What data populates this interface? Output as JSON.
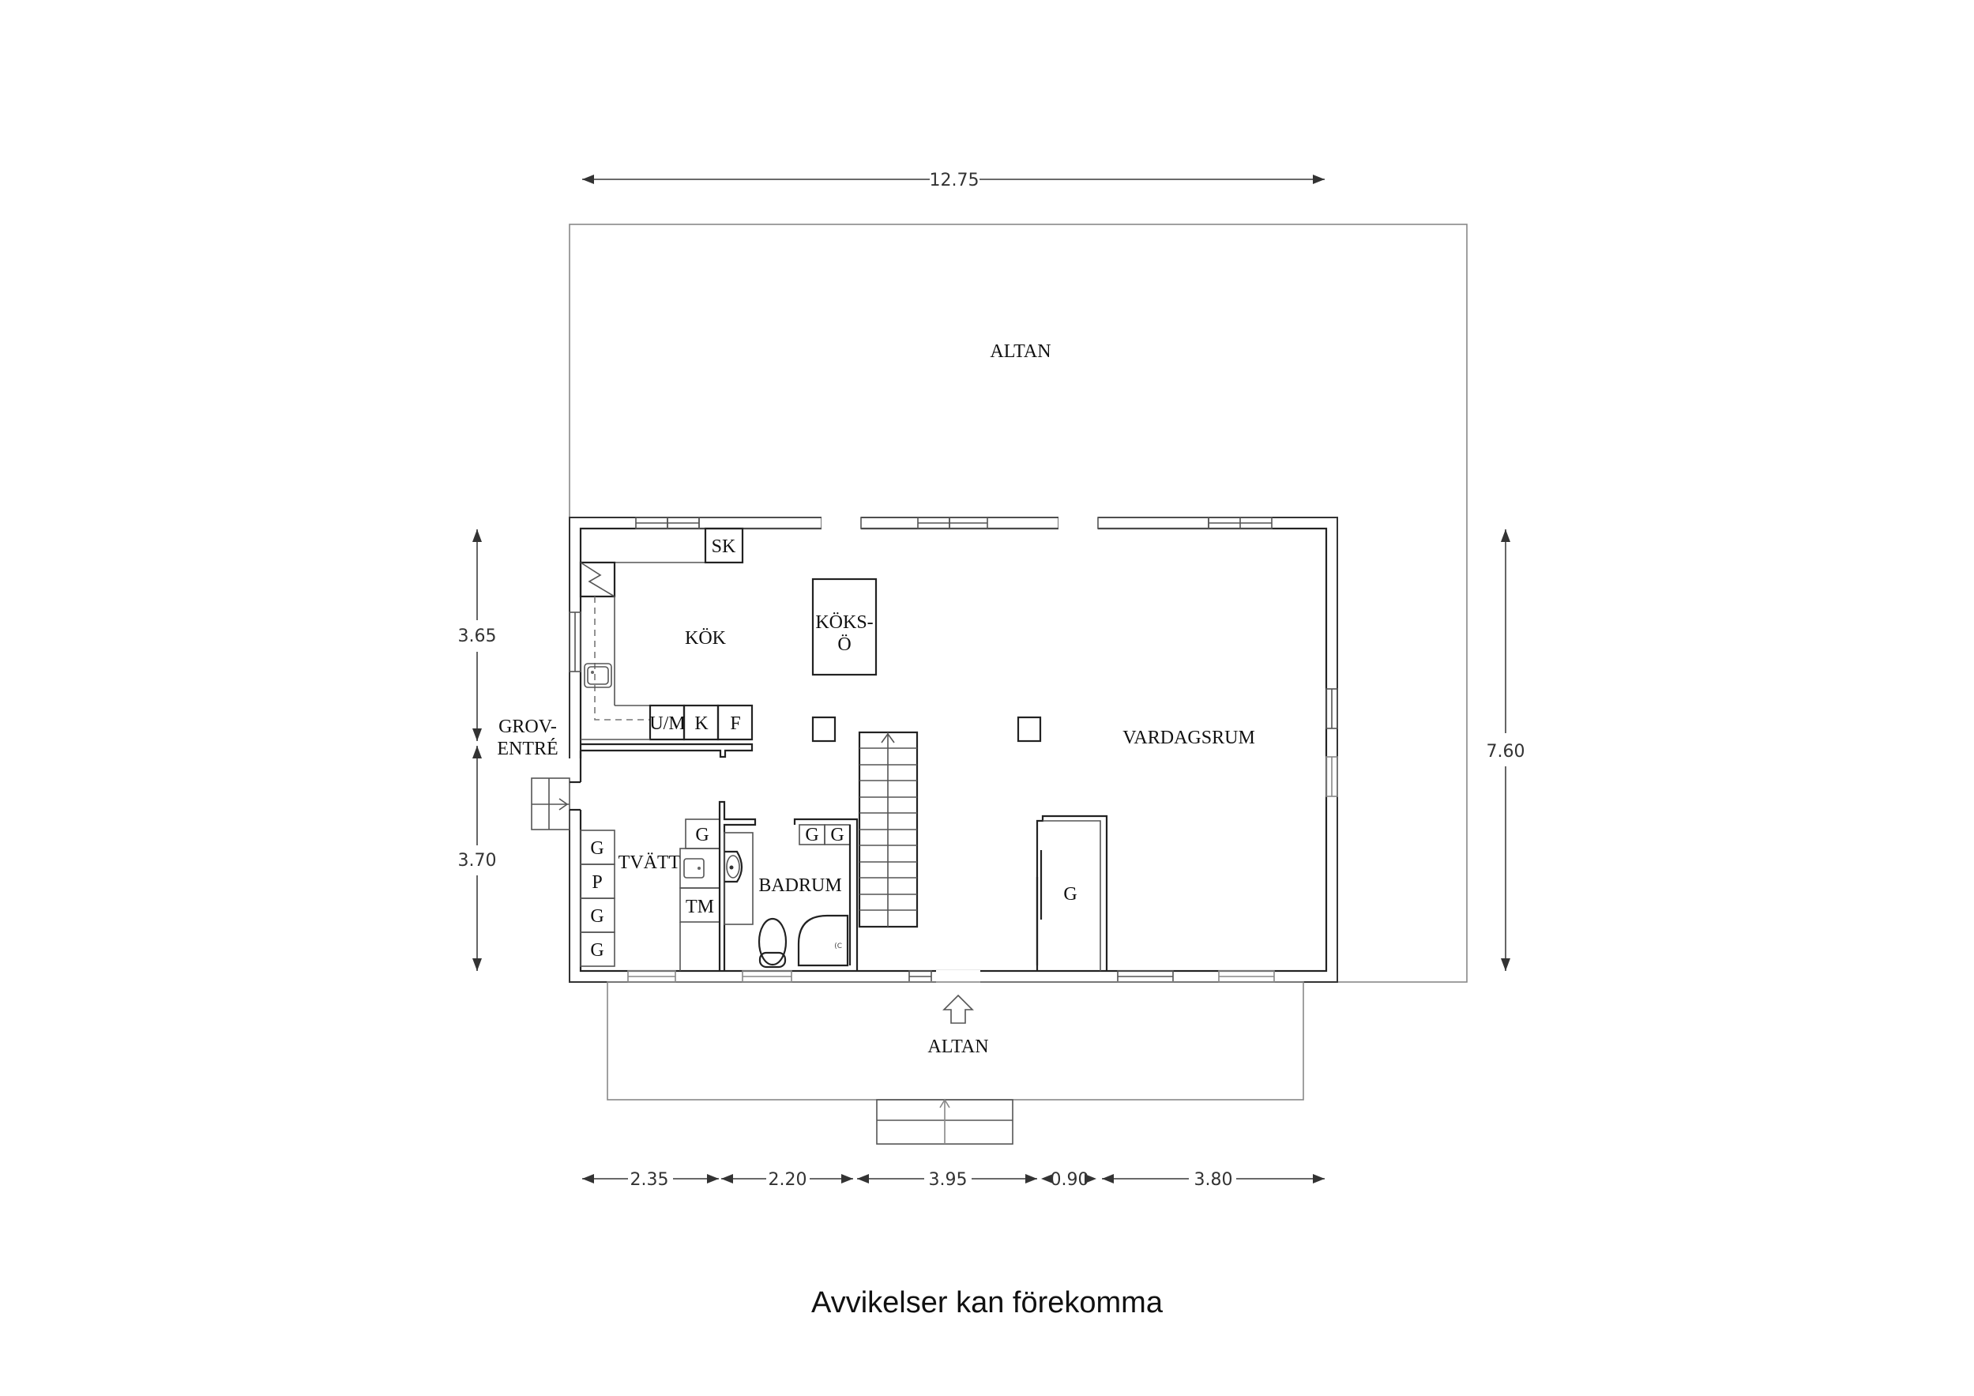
{
  "plan": {
    "rooms": {
      "altan_top": "ALTAN",
      "altan_bottom": "ALTAN",
      "kok": "KÖK",
      "koks_o_line1": "KÖKS-",
      "koks_o_line2": "Ö",
      "grov_entre_line1": "GROV-",
      "grov_entre_line2": "ENTRÉ",
      "tvatt": "TVÄTT",
      "badrum": "BADRUM",
      "vardagsrum": "VARDAGSRUM"
    },
    "fixtures": {
      "sk": "SK",
      "um": "U/M",
      "k": "K",
      "f": "F",
      "tvatt_cabinets": [
        "G",
        "P",
        "G",
        "G"
      ],
      "tvatt_g_top": "G",
      "tm": "TM",
      "badrum_g1": "G",
      "badrum_g2": "G",
      "closet_g": "G"
    },
    "dimensions": {
      "top_total": "12.75",
      "left_upper": "3.65",
      "left_lower": "3.70",
      "right_total": "7.60",
      "bottom": [
        "2.35",
        "2.20",
        "3.95",
        "0.90",
        "3.80"
      ]
    },
    "colors": {
      "line": "#222222",
      "dimension": "#555555",
      "background": "#ffffff"
    }
  },
  "caption": "Avvikelser kan förekomma"
}
